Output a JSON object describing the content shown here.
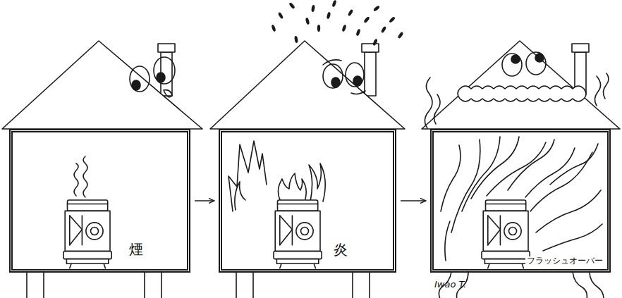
{
  "diagram": {
    "nodes": [
      {
        "text": [
          "煙"
        ]
      },
      {
        "text": [
          "炎"
        ]
      },
      {
        "text": [
          "フラッシュオーバー"
        ]
      }
    ],
    "edges": [
      {
        "from": 0,
        "to": 1,
        "arrow": "to"
      },
      {
        "from": 1,
        "to": 2,
        "arrow": "to"
      }
    ],
    "labels": [
      "Iwao T."
    ]
  }
}
